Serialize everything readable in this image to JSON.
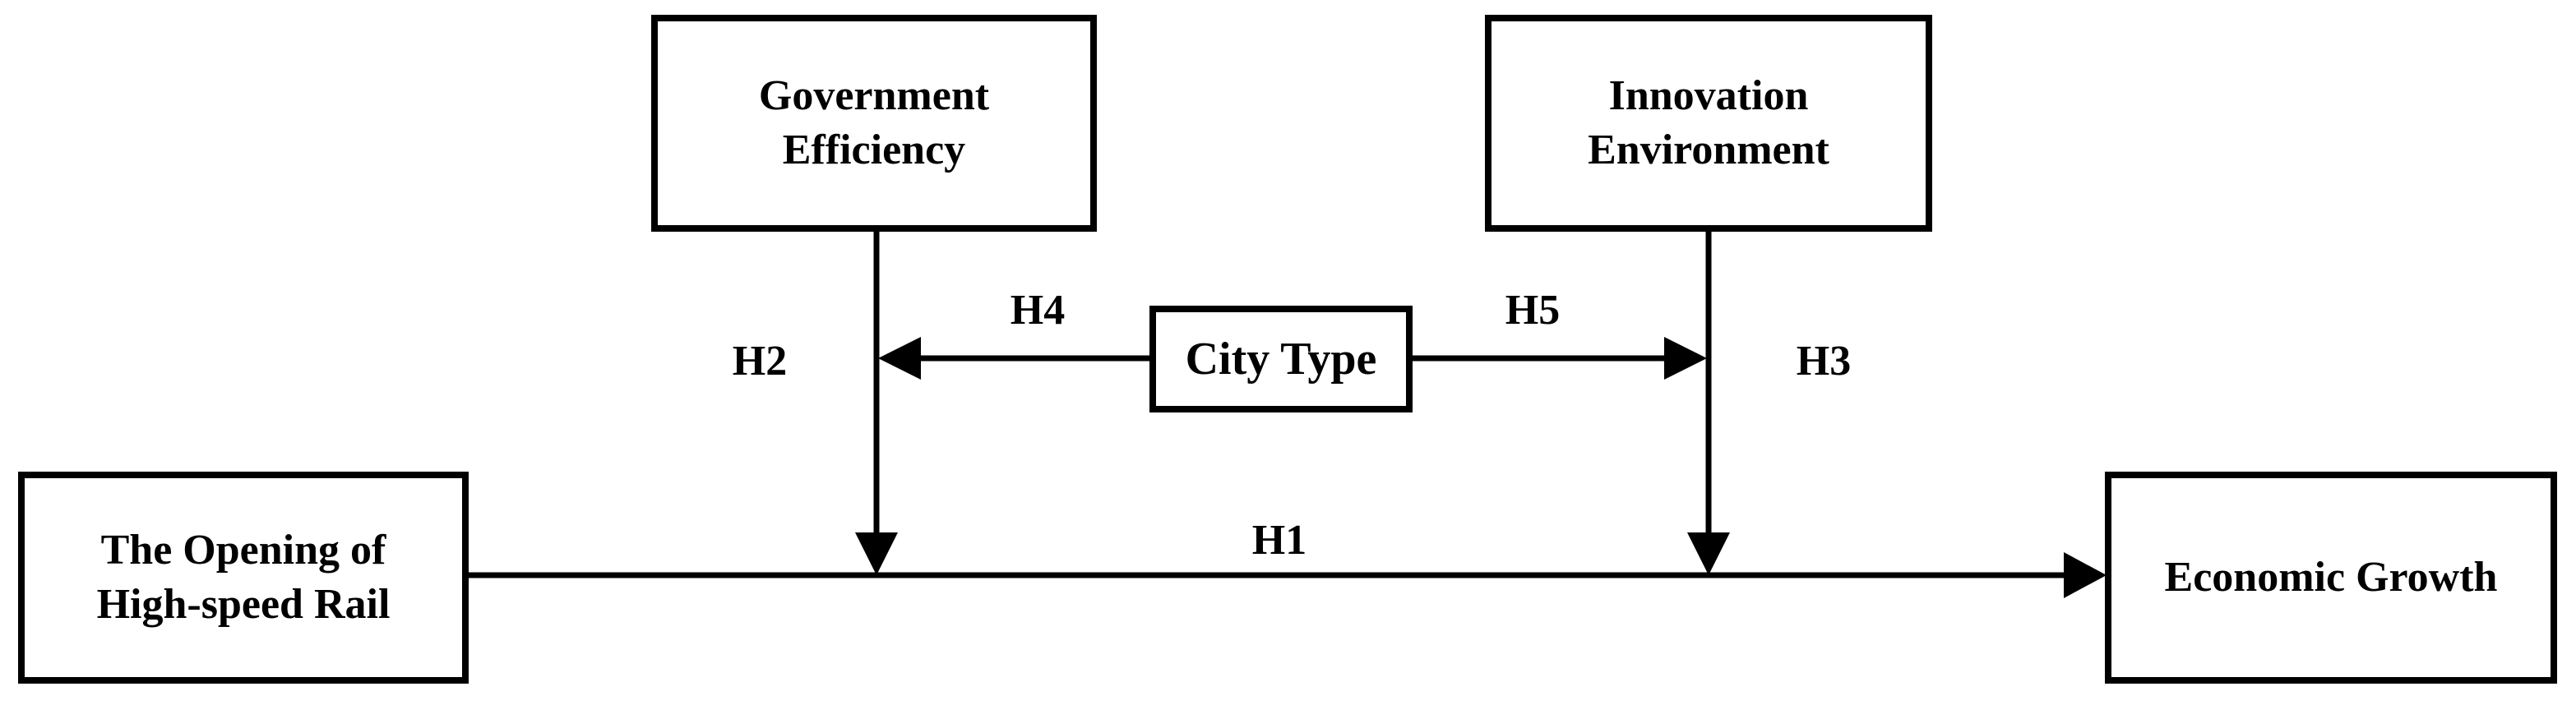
{
  "diagram": {
    "nodes": {
      "high_speed_rail": "The Opening of\nHigh-speed Rail",
      "economic_growth": "Economic Growth",
      "government_efficiency": "Government\nEfficiency",
      "innovation_environment": "Innovation\nEnvironment",
      "city_type": "City Type"
    },
    "edges": {
      "h1": "H1",
      "h2": "H2",
      "h3": "H3",
      "h4": "H4",
      "h5": "H5"
    },
    "colors": {
      "stroke": "#000000",
      "background": "#ffffff"
    }
  }
}
